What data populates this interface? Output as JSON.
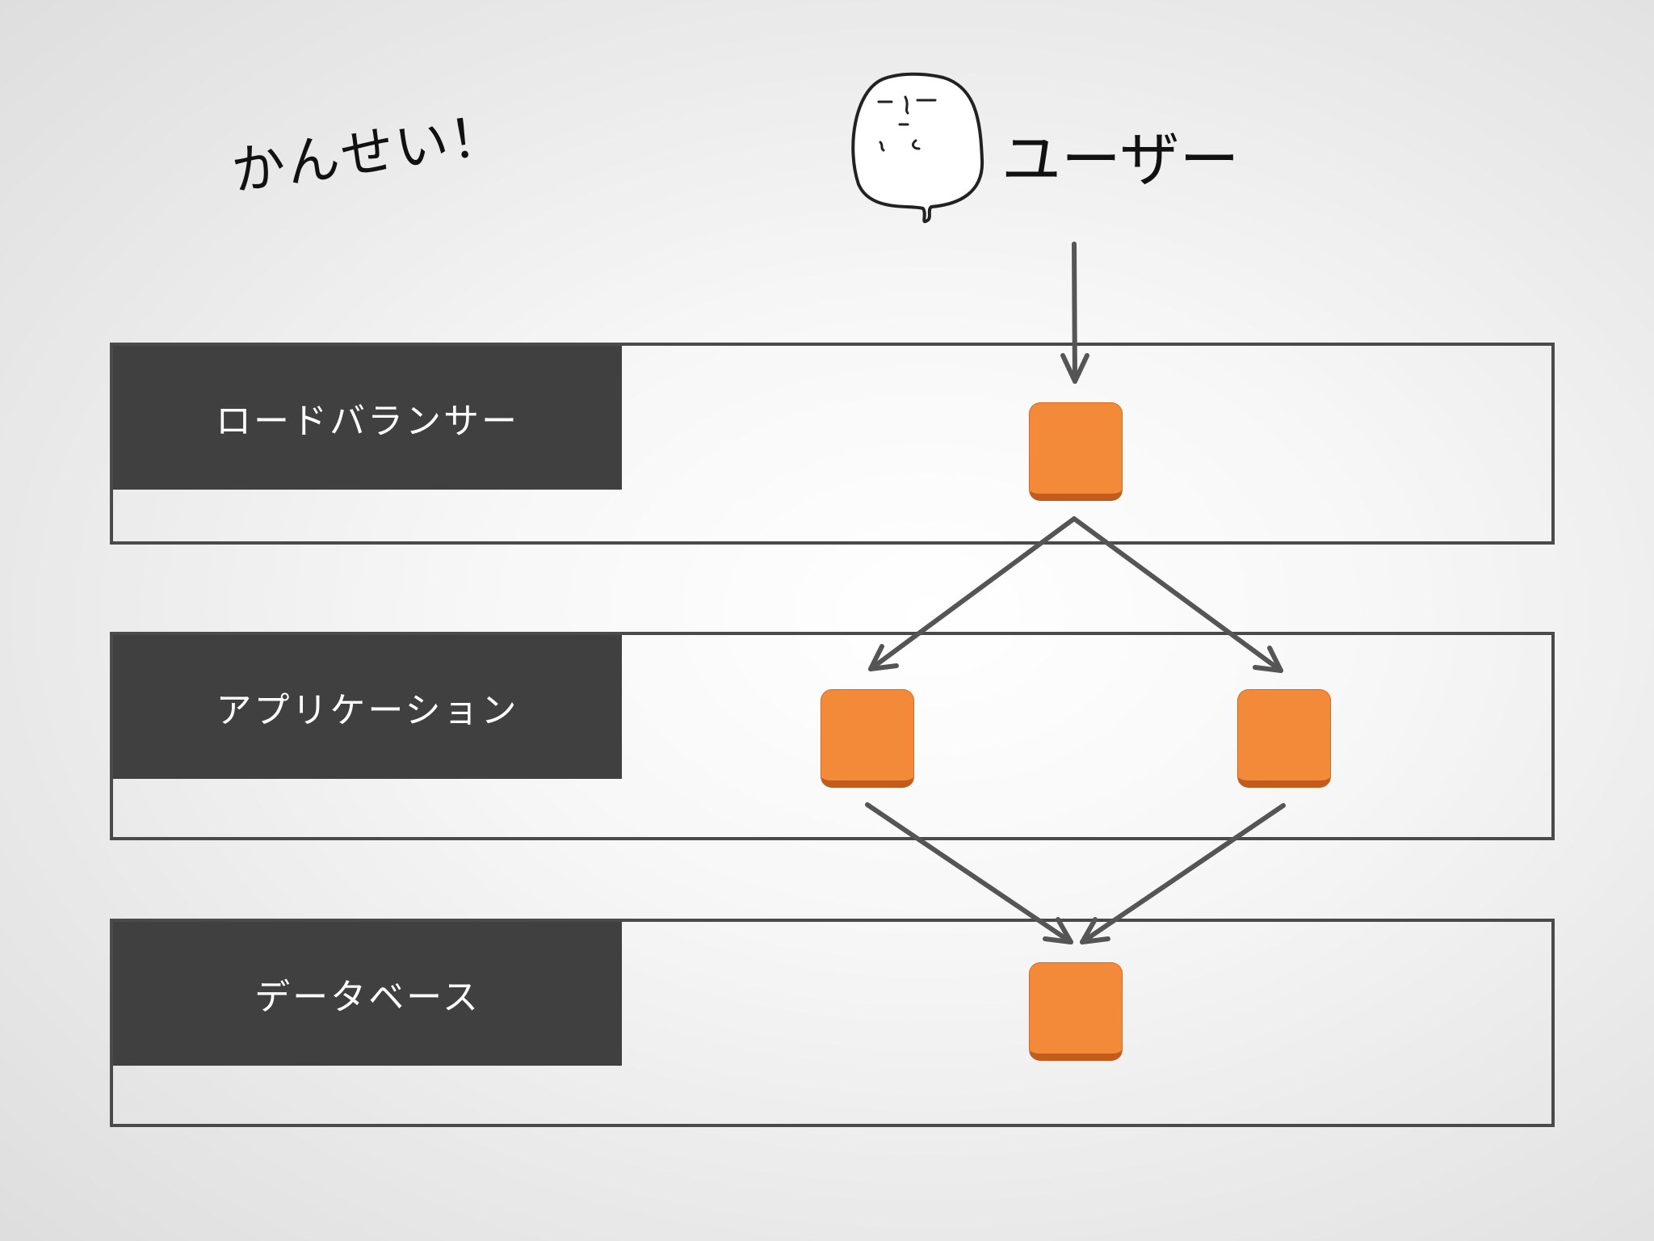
{
  "title": "かんせい！",
  "user": {
    "label": "ユーザー"
  },
  "layers": [
    {
      "label": "ロードバランサー"
    },
    {
      "label": "アプリケーション"
    },
    {
      "label": "データベース"
    }
  ],
  "colors": {
    "node_fill": "#f38a3a",
    "label_bg": "#404040",
    "line": "#555555"
  }
}
